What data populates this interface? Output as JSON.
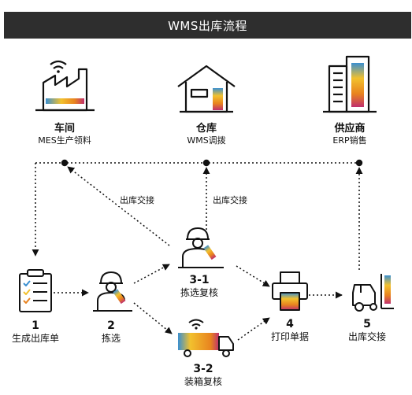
{
  "title": "WMS出库流程",
  "top_nodes": [
    {
      "main": "车间",
      "sub": "MES生产领料",
      "icon": "factory-icon"
    },
    {
      "main": "仓库",
      "sub": "WMS调拨",
      "icon": "warehouse-icon"
    },
    {
      "main": "供应商",
      "sub": "ERP销售",
      "icon": "building-icon"
    }
  ],
  "steps": [
    {
      "num": "1",
      "name": "生成出库单",
      "icon": "clipboard-checklist-icon"
    },
    {
      "num": "2",
      "name": "拣选",
      "icon": "worker-scanning-icon"
    },
    {
      "num": "3-1",
      "name": "拣选复核",
      "icon": "worker-inspecting-icon"
    },
    {
      "num": "3-2",
      "name": "装箱复核",
      "icon": "delivery-truck-icon"
    },
    {
      "num": "4",
      "name": "打印单据",
      "icon": "printer-icon"
    },
    {
      "num": "5",
      "name": "出库交接",
      "icon": "forklift-icon"
    }
  ],
  "edge_labels": {
    "to_workshop": "出库交接",
    "to_warehouse": "出库交接"
  },
  "colors": {
    "title_bar": "#2e2e2e",
    "yellow": "#f2c12e",
    "orange": "#e8831f",
    "blue": "#3a8fd0",
    "magenta": "#c0306e"
  }
}
